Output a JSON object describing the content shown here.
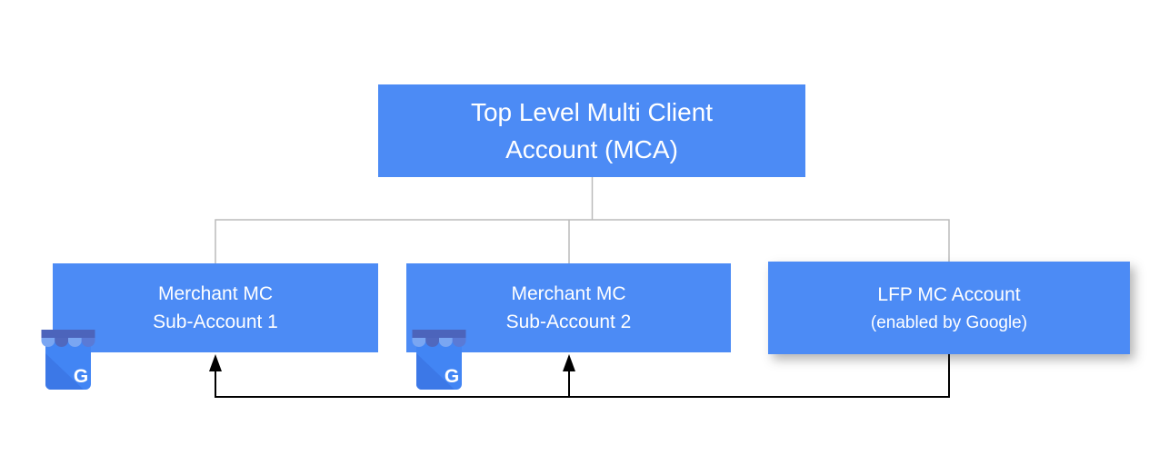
{
  "diagram": {
    "nodes": {
      "mca": {
        "line1": "Top Level Multi Client",
        "line2": "Account (MCA)"
      },
      "sub1": {
        "line1": "Merchant MC",
        "line2": "Sub-Account 1"
      },
      "sub2": {
        "line1": "Merchant MC",
        "line2": "Sub-Account 2"
      },
      "lfp": {
        "line1": "LFP MC Account",
        "line2": "(enabled by Google)"
      }
    },
    "edges": [
      {
        "from": "mca",
        "to": "sub1",
        "style": "tree-line"
      },
      {
        "from": "mca",
        "to": "sub2",
        "style": "tree-line"
      },
      {
        "from": "mca",
        "to": "lfp",
        "style": "tree-line"
      },
      {
        "from": "lfp",
        "to": "sub1",
        "style": "black-arrow-up"
      },
      {
        "from": "lfp",
        "to": "sub2",
        "style": "black-arrow-up"
      }
    ],
    "gmb_letter": "G",
    "colors": {
      "node_fill": "#4C8BF5",
      "node_text": "#FFFFFF",
      "tree_line": "#BBBBBB",
      "feed_line": "#000000",
      "gmb_awning_bar": "#4C64BB",
      "gmb_scallop_light": "#7AA6F2",
      "gmb_scallop_dark": "#5068BE",
      "gmb_scallop_mid": "#5A7AD6",
      "gmb_body": "#4285F4",
      "gmb_body_shade": "#3C78E7",
      "gmb_letter_color": "#FFFFFF"
    }
  }
}
